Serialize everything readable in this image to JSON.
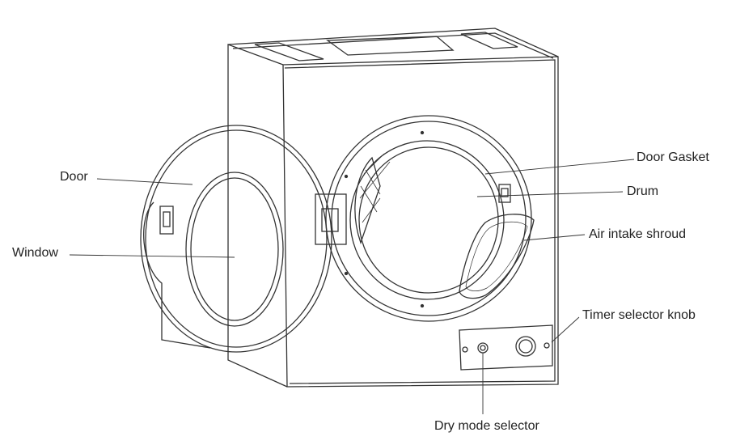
{
  "labels": {
    "door": "Door",
    "window": "Window",
    "door_gasket": "Door Gasket",
    "drum": "Drum",
    "air_intake_shroud": "Air intake shroud",
    "timer_selector_knob": "Timer selector knob",
    "dry_mode_selector": "Dry mode selector"
  },
  "colors": {
    "line": "#333333",
    "background": "#ffffff"
  }
}
